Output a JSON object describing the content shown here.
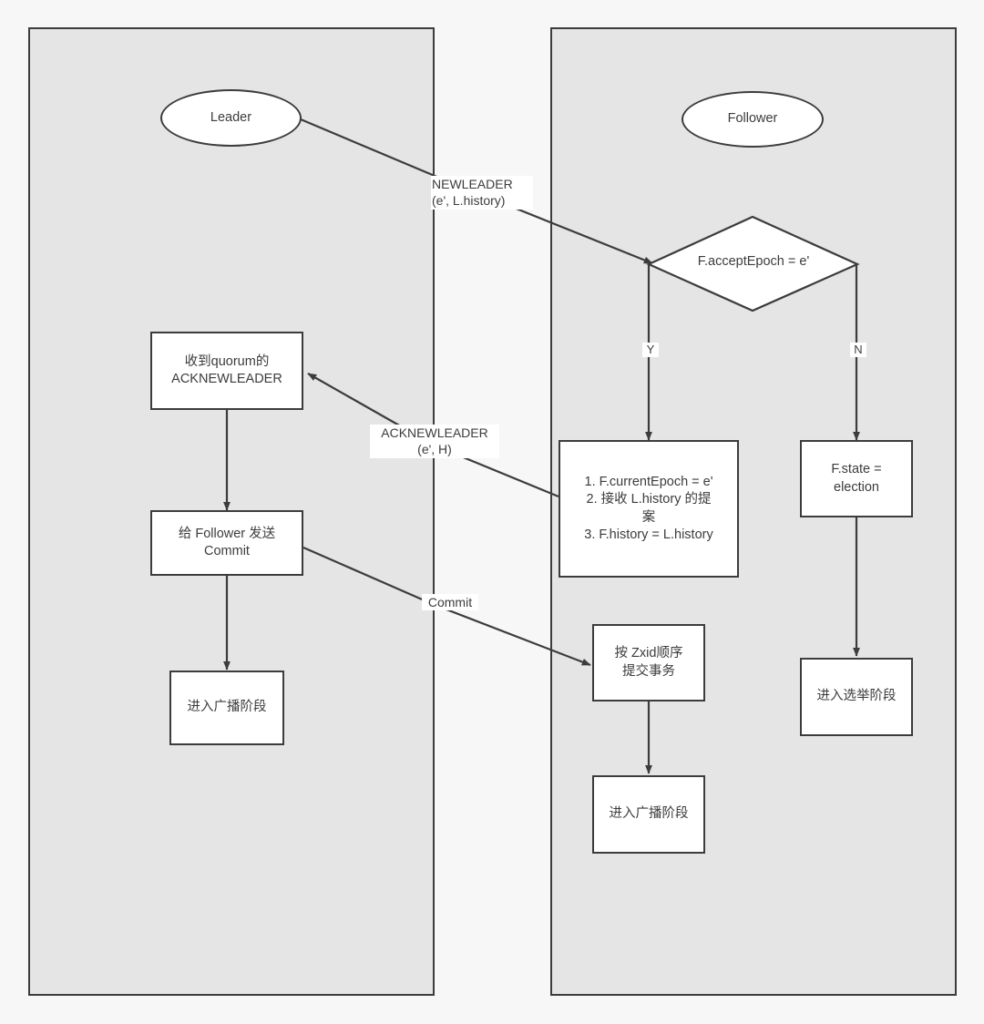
{
  "diagram": {
    "title": "ZAB Synchronization Phase: Leader / Follower flow",
    "colors": {
      "page_background": "#f7f7f7",
      "lane_background": "#e5e5e5",
      "stroke": "#3c3c3c",
      "node_fill": "#ffffff",
      "text": "#3c3c3c"
    },
    "lanes": [
      {
        "id": "leader-lane",
        "name": "leader-lane"
      },
      {
        "id": "follower-lane",
        "name": "follower-lane"
      }
    ],
    "nodes": {
      "leader_start": "Leader",
      "follower_start": "Follower",
      "decision_accept_epoch": "F.acceptEpoch = e'",
      "leader_quorum_ack": "收到quorum的\nACKNEWLEADER",
      "leader_send_commit": "给 Follower 发送\nCommit",
      "leader_broadcast_phase": "进入广播阶段",
      "follower_apply_history": "1. F.currentEpoch = e'\n2. 接收 L.history 的提\n案\n3. F.history = L.history",
      "follower_state_election": "F.state =\nelection",
      "follower_commit_zxid": "按 Zxid顺序\n提交事务",
      "follower_broadcast_phase": "进入广播阶段",
      "follower_election_phase": "进入选举阶段"
    },
    "edge_labels": {
      "newleader": "NEWLEADER\n(e', L.history)",
      "acknewleader": "ACKNEWLEADER\n(e', H)",
      "commit": "Commit",
      "branch_yes": "Y",
      "branch_no": "N"
    }
  }
}
